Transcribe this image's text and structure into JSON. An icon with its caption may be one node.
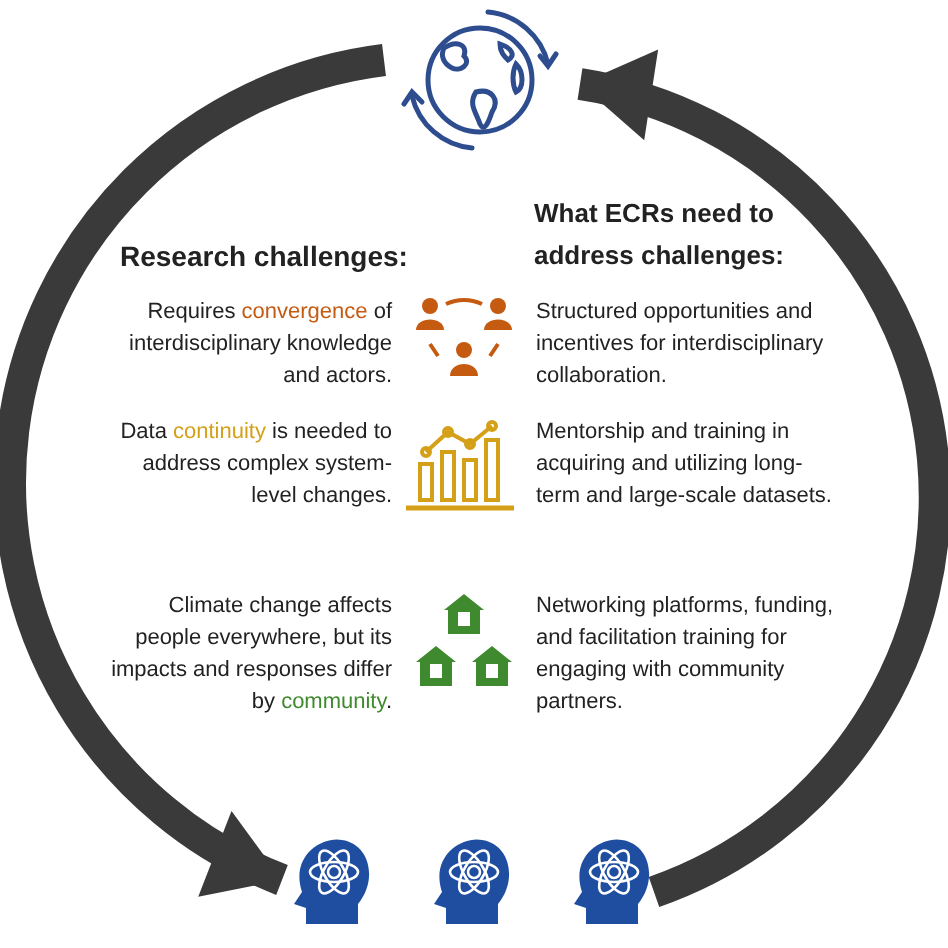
{
  "diagram": {
    "nodes": [
      {
        "text": [],
        "shape": "picture"
      },
      {
        "text": [],
        "shape": "picture"
      },
      {
        "text": [],
        "shape": "picture"
      },
      {
        "text": [],
        "shape": "picture"
      }
    ],
    "edges": [
      {
        "from": 0,
        "to": 1,
        "arrow": "to"
      },
      {
        "from": 3,
        "to": 0,
        "arrow": "to"
      }
    ],
    "labels": [
      "Research challenges:",
      "What ECRs need to address challenges:",
      "Requires **convergence** of interdisciplinary knowledge and actors.",
      "Structured opportunities and incentives for interdisciplinary collaboration.",
      "Data **continuity** is needed to address complex system-level changes.",
      "Mentorship and training in acquiring and utilizing long-term and large-scale datasets.",
      "Climate change affects people everywhere, but its impacts and responses differ by **community**.",
      "Networking platforms, funding, and facilitation training for engaging with community partners."
    ]
  }
}
